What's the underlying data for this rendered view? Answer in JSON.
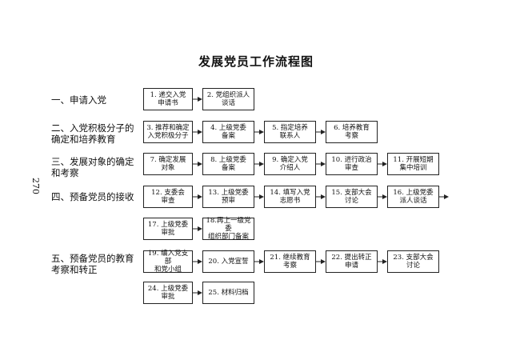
{
  "title": "发展党员工作流程图",
  "page_number": "270",
  "phases": [
    {
      "label": "一、申请入党"
    },
    {
      "label": "二、入党积极分子的\n确定和培养教育"
    },
    {
      "label": "三、发展对象的确定\n和考察"
    },
    {
      "label": "四、预备党员的接收"
    },
    {
      "label": "五、预备党员的教育\n考察和转正"
    }
  ],
  "steps": [
    {
      "label": "1. 递交入党\n申请书"
    },
    {
      "label": "2. 党组织派人\n谈话"
    },
    {
      "label": "3. 推荐和确定\n入党积极分子"
    },
    {
      "label": "4. 上级党委\n备案"
    },
    {
      "label": "5. 指定培养\n联系人"
    },
    {
      "label": "6. 培养教育\n考察"
    },
    {
      "label": "7. 确定发展\n对象"
    },
    {
      "label": "8. 上级党委\n备案"
    },
    {
      "label": "9. 确定入党\n介绍人"
    },
    {
      "label": "10. 进行政治\n审查"
    },
    {
      "label": "11. 开展短期\n集中培训"
    },
    {
      "label": "12. 支委会\n审查"
    },
    {
      "label": "13. 上级党委\n预审"
    },
    {
      "label": "14. 填写入党\n志愿书"
    },
    {
      "label": "15. 支部大会\n讨论"
    },
    {
      "label": "16. 上级党委\n派人谈话"
    },
    {
      "label": "17. 上级党委\n审批"
    },
    {
      "label": "18.再上一级党委\n组织部门备案"
    },
    {
      "label": "19. 编入党支部\n和党小组"
    },
    {
      "label": "20. 入党宣誓"
    },
    {
      "label": "21. 继续教育\n考察"
    },
    {
      "label": "22. 提出转正\n申请"
    },
    {
      "label": "23. 支部大会\n讨论"
    },
    {
      "label": "24. 上级党委\n审批"
    },
    {
      "label": "25. 材料归档"
    }
  ]
}
